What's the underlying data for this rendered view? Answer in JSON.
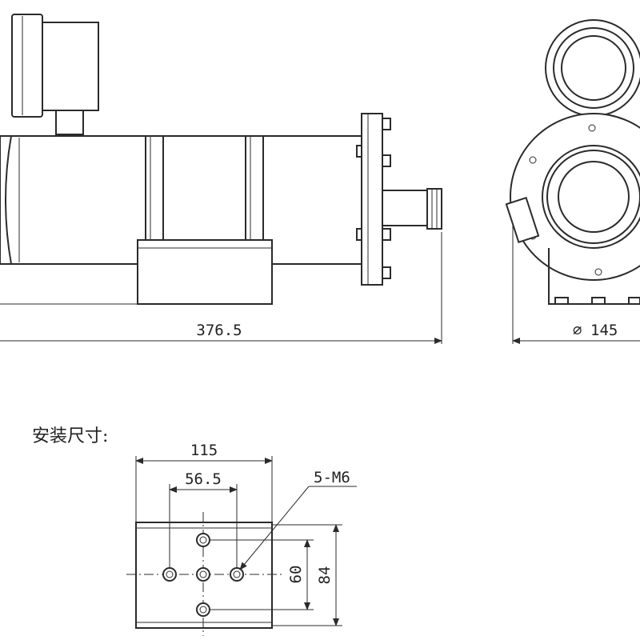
{
  "drawing": {
    "overall_length": "376.5",
    "diameter": "145",
    "diameter_symbol": "⌀",
    "install_title": "安装尺寸:",
    "mount": {
      "width": "115",
      "hole_spacing_x": "56.5",
      "hole_spacing_y": "60",
      "height": "84",
      "hole_callout": "5-M6"
    }
  }
}
